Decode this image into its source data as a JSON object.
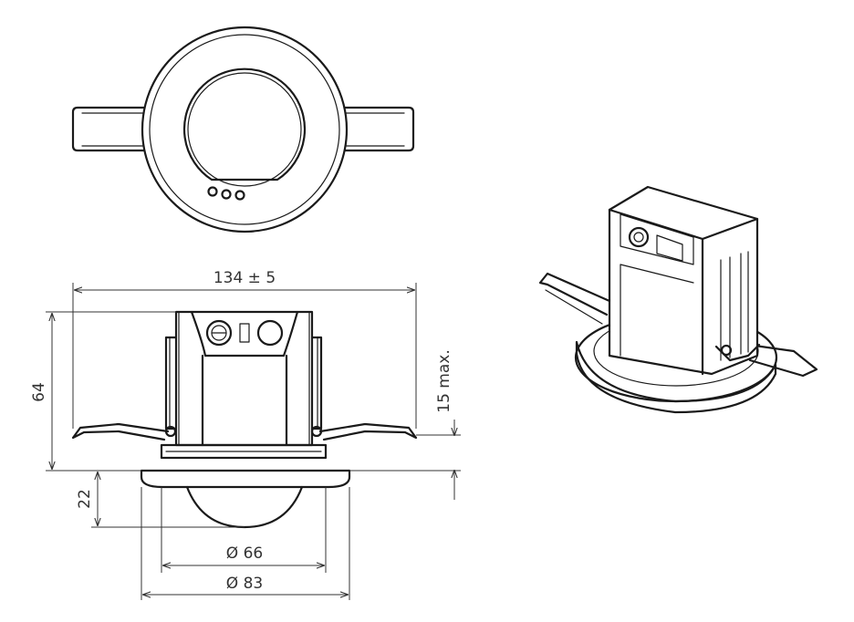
{
  "dimensions": {
    "overall_width": "134 ± 5",
    "height": "64",
    "max_ceiling": "15 max.",
    "dome_height": "22",
    "dome_diameter": "Ø 66",
    "flange_diameter": "Ø 83"
  },
  "colors": {
    "line": "#1a1a1a",
    "dimension_line": "#333333",
    "background": "#ffffff"
  }
}
